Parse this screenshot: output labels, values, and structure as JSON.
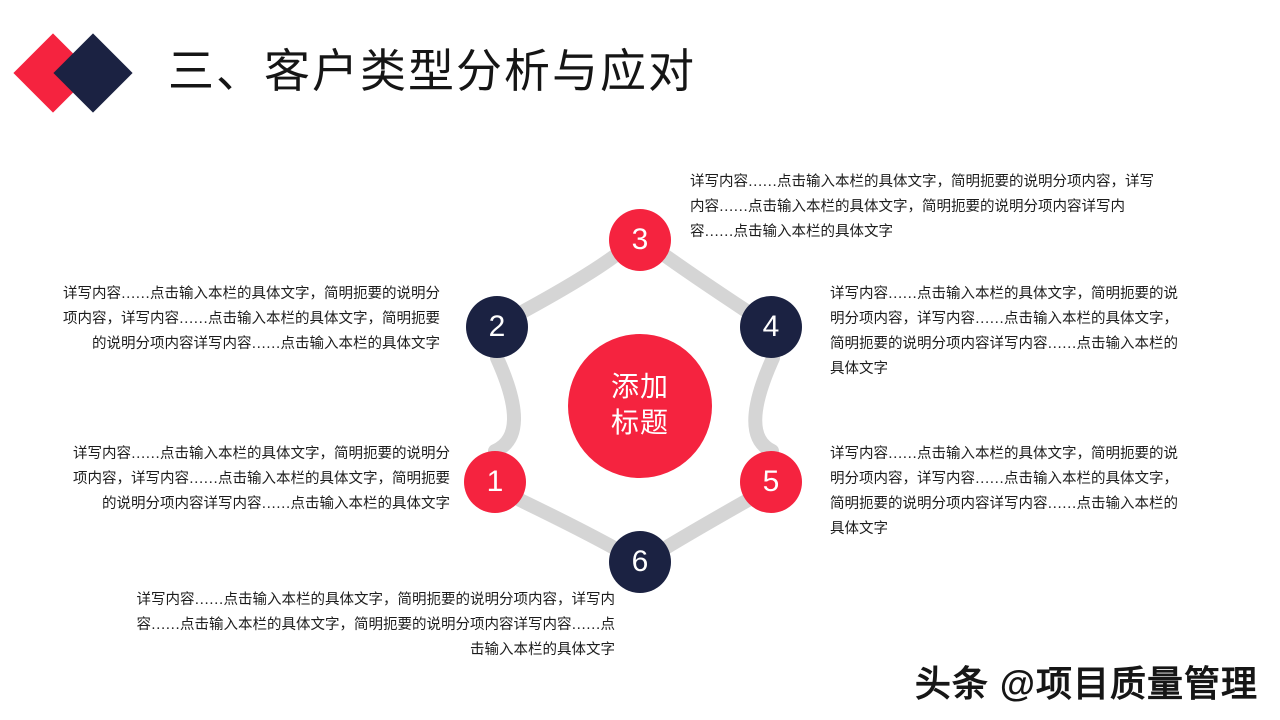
{
  "slide": {
    "title": "三、客户类型分析与应对",
    "logo": {
      "red_color": "#F5233F",
      "navy_color": "#1B2242"
    }
  },
  "diagram": {
    "center_label_line1": "添加",
    "center_label_line2": "标题",
    "ring_color": "#D5D5D5",
    "nodes": [
      {
        "number": "1",
        "color": "#F5233F"
      },
      {
        "number": "2",
        "color": "#1B2242"
      },
      {
        "number": "3",
        "color": "#F5233F"
      },
      {
        "number": "4",
        "color": "#1B2242"
      },
      {
        "number": "5",
        "color": "#F5233F"
      },
      {
        "number": "6",
        "color": "#1B2242"
      }
    ]
  },
  "blurbs": {
    "item1": "详写内容……点击输入本栏的具体文字，简明扼要的说明分项内容，详写内容……点击输入本栏的具体文字，简明扼要的说明分项内容详写内容……点击输入本栏的具体文字",
    "item2": "详写内容……点击输入本栏的具体文字，简明扼要的说明分项内容，详写内容……点击输入本栏的具体文字，简明扼要的说明分项内容详写内容……点击输入本栏的具体文字",
    "item3": "详写内容……点击输入本栏的具体文字，简明扼要的说明分项内容，详写内容……点击输入本栏的具体文字，简明扼要的说明分项内容详写内容……点击输入本栏的具体文字",
    "item4": "详写内容……点击输入本栏的具体文字，简明扼要的说明分项内容，详写内容……点击输入本栏的具体文字，简明扼要的说明分项内容详写内容……点击输入本栏的具体文字",
    "item5": "详写内容……点击输入本栏的具体文字，简明扼要的说明分项内容，详写内容……点击输入本栏的具体文字，简明扼要的说明分项内容详写内容……点击输入本栏的具体文字",
    "item6": "详写内容……点击输入本栏的具体文字，简明扼要的说明分项内容，详写内容……点击输入本栏的具体文字，简明扼要的说明分项内容详写内容……点击输入本栏的具体文字"
  },
  "footer": {
    "watermark": "头条 @项目质量管理"
  }
}
